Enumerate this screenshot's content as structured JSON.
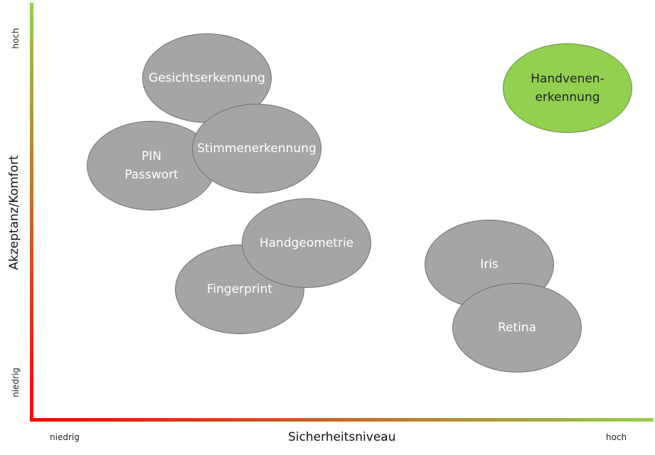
{
  "axes": {
    "x_title": "Sicherheitsniveau",
    "y_title": "Akzeptanz/Komfort",
    "x_low": "niedrig",
    "x_high": "hoch",
    "y_low": "niedrig",
    "y_high": "hoch",
    "gradient_low_color": "#ff0000",
    "gradient_high_color": "#92d050"
  },
  "bubbles": [
    {
      "label": "Gesichtserkennung",
      "security": 0.27,
      "acceptance": 0.91,
      "highlight": false
    },
    {
      "label": "PIN\nPasswort",
      "security": 0.17,
      "acceptance": 0.66,
      "highlight": false
    },
    {
      "label": "Stimmenerkennung",
      "security": 0.36,
      "acceptance": 0.71,
      "highlight": false
    },
    {
      "label": "Fingerprint",
      "security": 0.33,
      "acceptance": 0.31,
      "highlight": false
    },
    {
      "label": "Handgeometrie",
      "security": 0.45,
      "acceptance": 0.44,
      "highlight": false
    },
    {
      "label": "Iris",
      "security": 0.78,
      "acceptance": 0.38,
      "highlight": false
    },
    {
      "label": "Retina",
      "security": 0.83,
      "acceptance": 0.2,
      "highlight": false
    },
    {
      "label": "Handvenen-\nerkennung",
      "security": 0.92,
      "acceptance": 0.88,
      "highlight": true
    }
  ],
  "colors": {
    "bubble_fill": "#a5a5a5",
    "bubble_highlight_fill": "#92d050"
  }
}
